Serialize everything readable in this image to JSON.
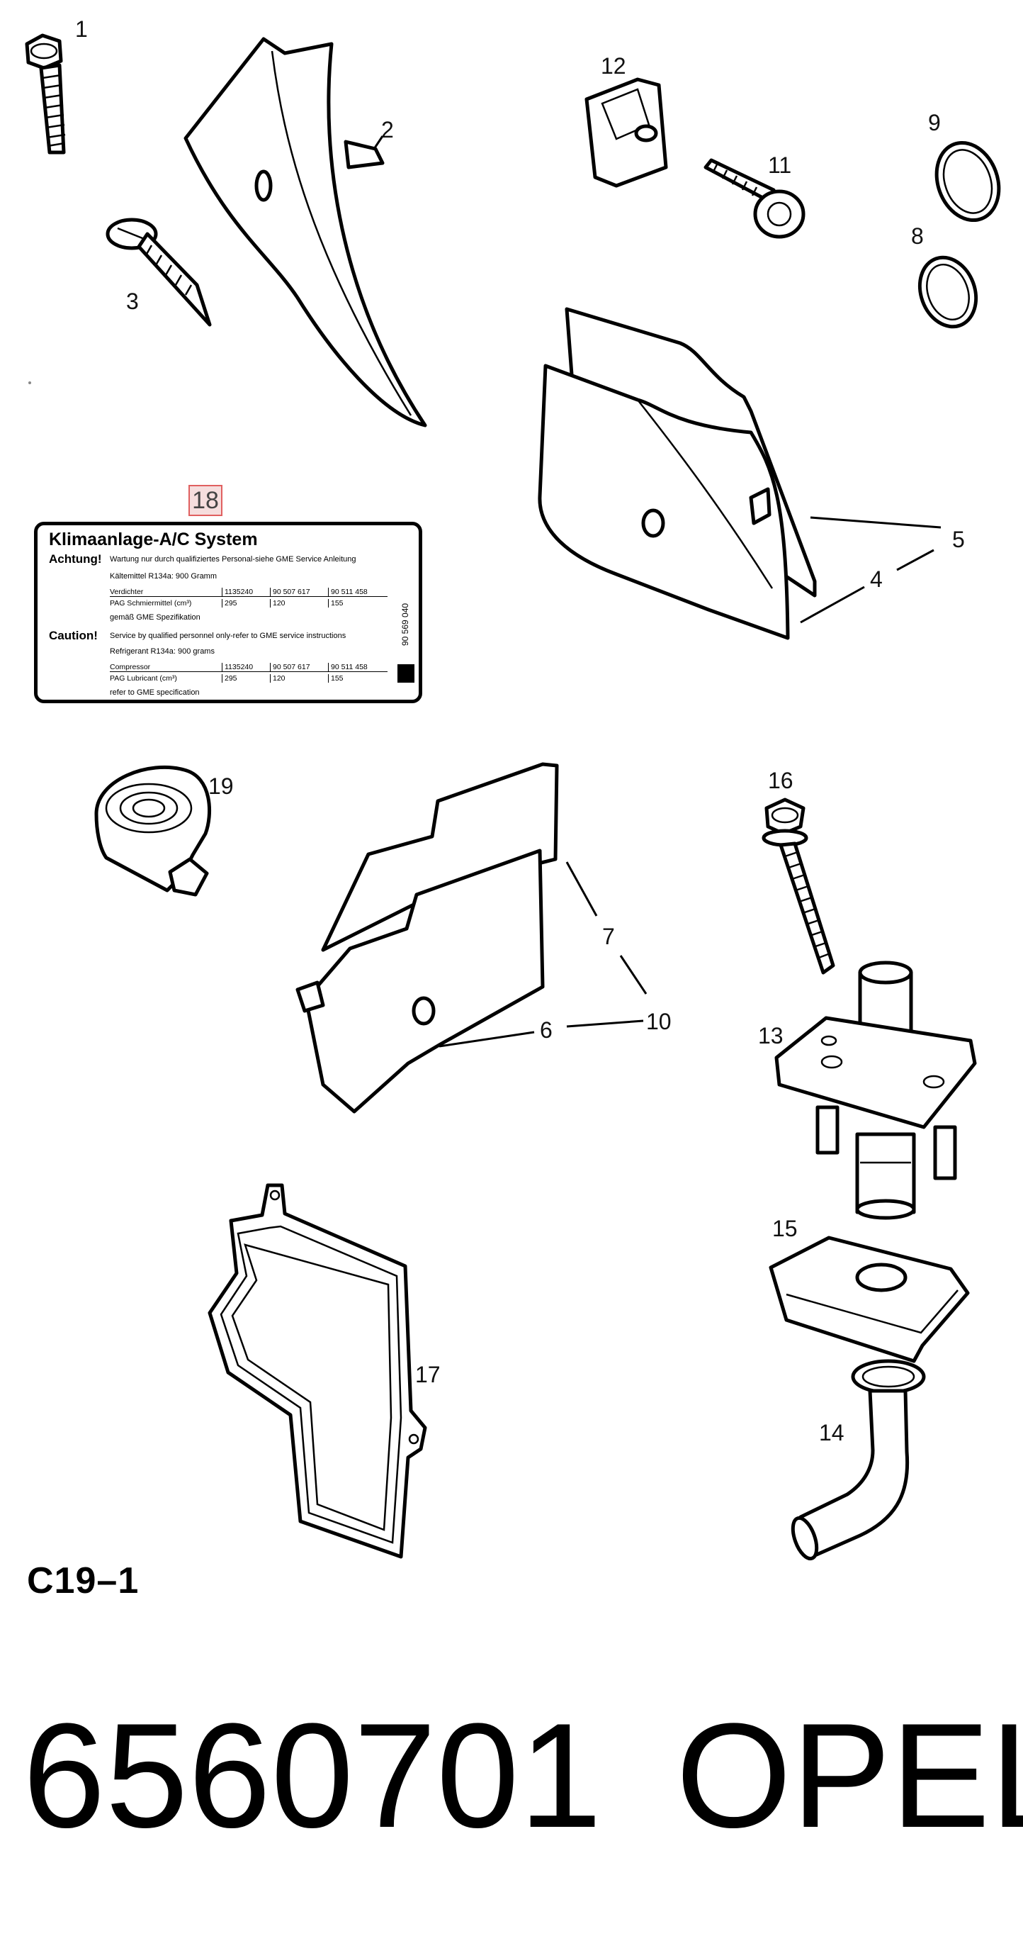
{
  "callouts": {
    "c1": "1",
    "c2": "2",
    "c3": "3",
    "c4": "4",
    "c5": "5",
    "c6": "6",
    "c7": "7",
    "c8": "8",
    "c9": "9",
    "c10": "10",
    "c11": "11",
    "c12": "12",
    "c13": "13",
    "c14": "14",
    "c15": "15",
    "c16": "16",
    "c17": "17",
    "c19": "19"
  },
  "highlighted_callout": "18",
  "label": {
    "title": "Klimaanlage-A/C System",
    "achtung_heading": "Achtung!",
    "achtung_text": "Wartung nur durch qualifiziertes Personal-siehe GME Service Anleitung",
    "kaeltemittel": "Kältemittel R134a:  900 Gramm",
    "de_rows": [
      [
        "Verdichter",
        "1135240",
        "90 507 617",
        "90 511 458"
      ],
      [
        "PAG Schmiermittel  (cm³)",
        "295",
        "120",
        "155"
      ]
    ],
    "de_spec": "gemäß GME Spezifikation",
    "caution_heading": "Caution!",
    "caution_text": "Service by qualified personnel only-refer to GME service instructions",
    "refrigerant": "Refrigerant R134a:  900 grams",
    "en_rows": [
      [
        "Compressor",
        "1135240",
        "90 507 617",
        "90 511 458"
      ],
      [
        "PAG Lubricant  (cm³)",
        "295",
        "120",
        "155"
      ]
    ],
    "en_spec": "refer to GME specification",
    "side_number": "90 569 040"
  },
  "figure_id": "C19–1",
  "part_number": "6560701",
  "brand": "OPEL"
}
